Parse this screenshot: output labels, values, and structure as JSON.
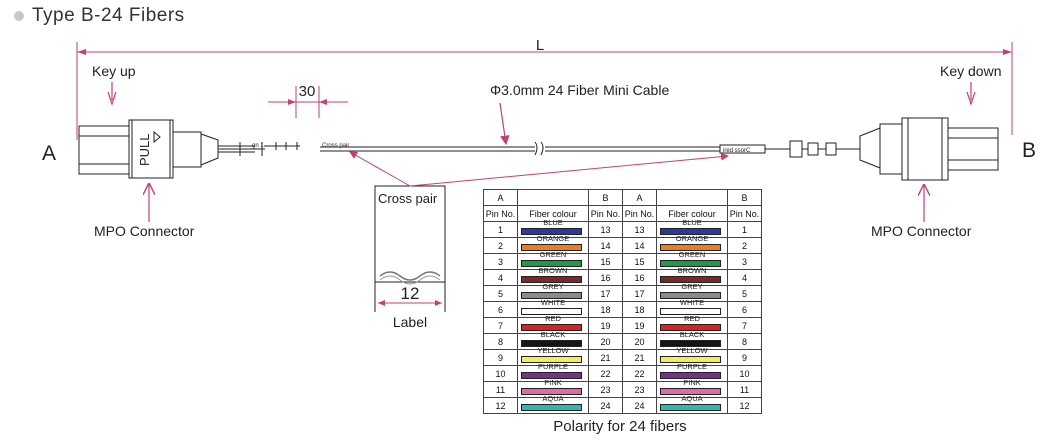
{
  "header": {
    "title": "Type B-24 Fibers"
  },
  "diagram": {
    "dim_L": "L",
    "dim_30": "30",
    "cable_label": "Φ3.0mm 24 Fiber Mini Cable",
    "key_up": "Key up",
    "key_down": "Key down",
    "end_a": "A",
    "end_b": "B",
    "pull": "PULL",
    "mpo_left": "MPO Connector",
    "mpo_right": "MPO Connector",
    "cross_pair_small": "Cross pair",
    "cross_pair": "Cross pair",
    "dim_12": "12",
    "label_caption": "Label",
    "small_left_text": "gn 1",
    "small_right_text": "ired ssorC"
  },
  "polarity": {
    "caption": "Polarity for 24 fibers",
    "headers": {
      "a": "A",
      "b": "B",
      "pin": "Pin No.",
      "colour": "Fiber colour"
    },
    "colors": {
      "BLUE": "#2a3a9a",
      "ORANGE": "#f07c22",
      "GREEN": "#1e9a48",
      "BROWN": "#7a2a24",
      "GREY": "#8a8a8a",
      "WHITE": "#ffffff",
      "RED": "#e02020",
      "BLACK": "#151515",
      "YELLOW": "#f4ec5a",
      "PURPLE": "#7b2e8e",
      "PINK": "#e06aa6",
      "AQUA": "#2fb8b0"
    },
    "left": [
      {
        "a": "1",
        "colour": "BLUE",
        "b": "13"
      },
      {
        "a": "2",
        "colour": "ORANGE",
        "b": "14"
      },
      {
        "a": "3",
        "colour": "GREEN",
        "b": "15"
      },
      {
        "a": "4",
        "colour": "BROWN",
        "b": "16"
      },
      {
        "a": "5",
        "colour": "GREY",
        "b": "17"
      },
      {
        "a": "6",
        "colour": "WHITE",
        "b": "18"
      },
      {
        "a": "7",
        "colour": "RED",
        "b": "19"
      },
      {
        "a": "8",
        "colour": "BLACK",
        "b": "20"
      },
      {
        "a": "9",
        "colour": "YELLOW",
        "b": "21"
      },
      {
        "a": "10",
        "colour": "PURPLE",
        "b": "22"
      },
      {
        "a": "11",
        "colour": "PINK",
        "b": "23"
      },
      {
        "a": "12",
        "colour": "AQUA",
        "b": "24"
      }
    ],
    "right": [
      {
        "a": "13",
        "colour": "BLUE",
        "b": "1"
      },
      {
        "a": "14",
        "colour": "ORANGE",
        "b": "2"
      },
      {
        "a": "15",
        "colour": "GREEN",
        "b": "3"
      },
      {
        "a": "16",
        "colour": "BROWN",
        "b": "4"
      },
      {
        "a": "17",
        "colour": "GREY",
        "b": "5"
      },
      {
        "a": "18",
        "colour": "WHITE",
        "b": "6"
      },
      {
        "a": "19",
        "colour": "RED",
        "b": "7"
      },
      {
        "a": "20",
        "colour": "BLACK",
        "b": "8"
      },
      {
        "a": "21",
        "colour": "YELLOW",
        "b": "9"
      },
      {
        "a": "22",
        "colour": "PURPLE",
        "b": "10"
      },
      {
        "a": "23",
        "colour": "PINK",
        "b": "11"
      },
      {
        "a": "24",
        "colour": "AQUA",
        "b": "12"
      }
    ]
  }
}
